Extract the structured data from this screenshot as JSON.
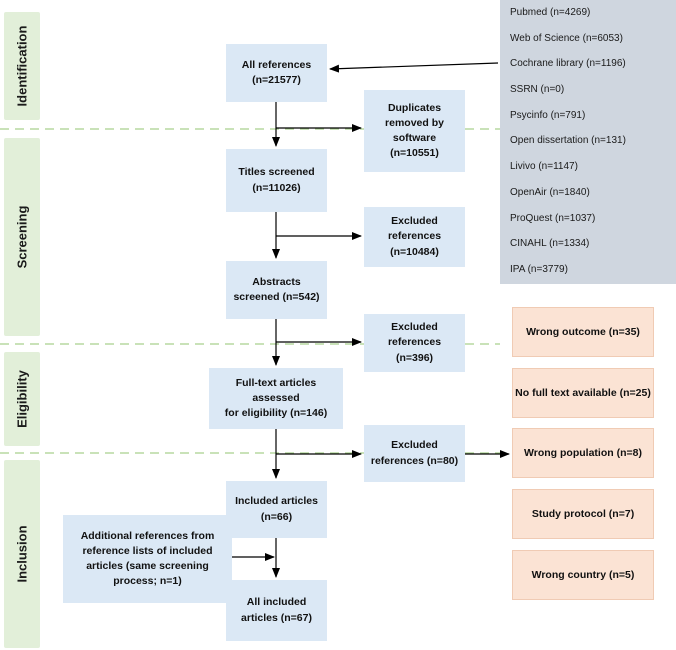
{
  "phases": {
    "identification": "Identification",
    "screening": "Screening",
    "eligibility": "Eligibility",
    "inclusion": "Inclusion"
  },
  "boxes": {
    "all_references": "All references\n(n=21577)",
    "duplicates": "Duplicates\nremoved by\nsoftware\n(n=10551)",
    "titles": "Titles screened\n(n=11026)",
    "excluded_titles": "Excluded\nreferences\n(n=10484)",
    "abstracts": "Abstracts\nscreened (n=542)",
    "excluded_abstracts": "Excluded\nreferences (n=396)",
    "fulltext": "Full-text articles assessed\nfor eligibility (n=146)",
    "excluded_fulltext": "Excluded\nreferences (n=80)",
    "included": "Included articles\n(n=66)",
    "additional": "Additional references from\nreference lists of included\narticles (same screening\nprocess; n=1)",
    "all_included": "All included\narticles (n=67)"
  },
  "sources": [
    "Pubmed (n=4269)",
    "Web of Science (n=6053)",
    "Cochrane library (n=1196)",
    "SSRN (n=0)",
    "Psycinfo (n=791)",
    "Open dissertation (n=131)",
    "Livivo (n=1147)",
    "OpenAir (n=1840)",
    "ProQuest (n=1037)",
    "CINAHL (n=1334)",
    "IPA (n=3779)"
  ],
  "exclusion_reasons": [
    "Wrong outcome (n=35)",
    "No full text available (n=25)",
    "Wrong population (n=8)",
    "Study protocol (n=7)",
    "Wrong country (n=5)"
  ],
  "colors": {
    "phase": "#e2efd9",
    "flow_box": "#dbe8f5",
    "reason_box": "#fbe3d4",
    "sources_box": "#cfd6df",
    "divider": "#a9d18e"
  }
}
